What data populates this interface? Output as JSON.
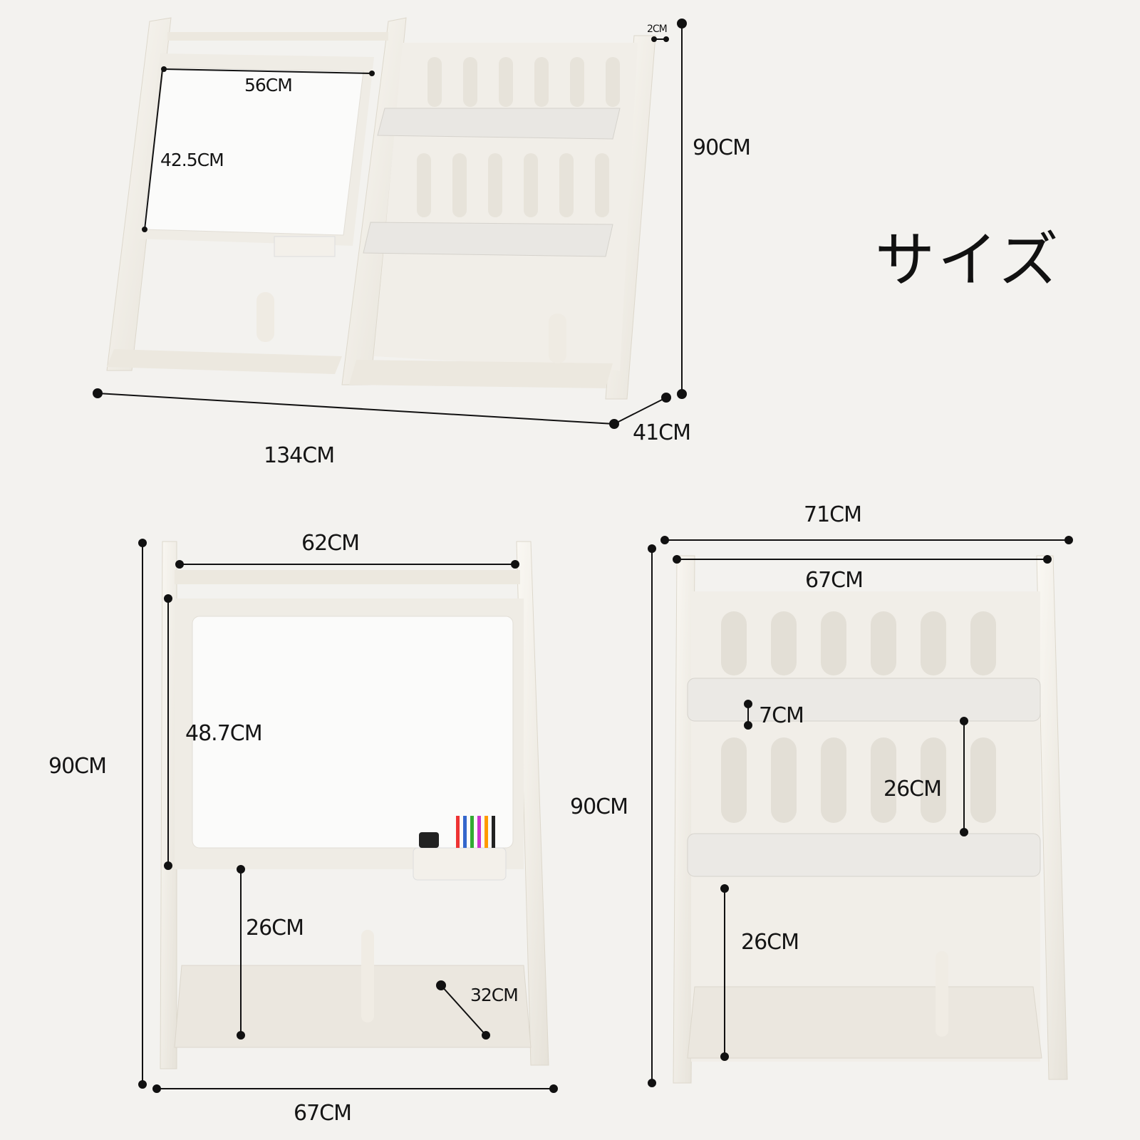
{
  "title": "サイズ",
  "colors": {
    "background": "#f3f2ef",
    "product": "#f0ede6",
    "whiteboard": "#f8f8f8",
    "dimension_line": "#111111"
  },
  "top_view": {
    "whiteboard_width": "56CM",
    "whiteboard_height": "42.5CM",
    "height": "90CM",
    "rail": "2CM",
    "length": "134CM",
    "depth": "41CM"
  },
  "easel_view": {
    "board_frame_width": "62CM",
    "board_height": "48.7CM",
    "height": "90CM",
    "clearance": "26CM",
    "tray_depth": "32CM",
    "base_width": "67CM"
  },
  "shelf_view": {
    "outer_width": "71CM",
    "inner_width": "67CM",
    "lip_height": "7CM",
    "shelf_spacing": "26CM",
    "height": "90CM",
    "bottom_spacing": "26CM"
  }
}
